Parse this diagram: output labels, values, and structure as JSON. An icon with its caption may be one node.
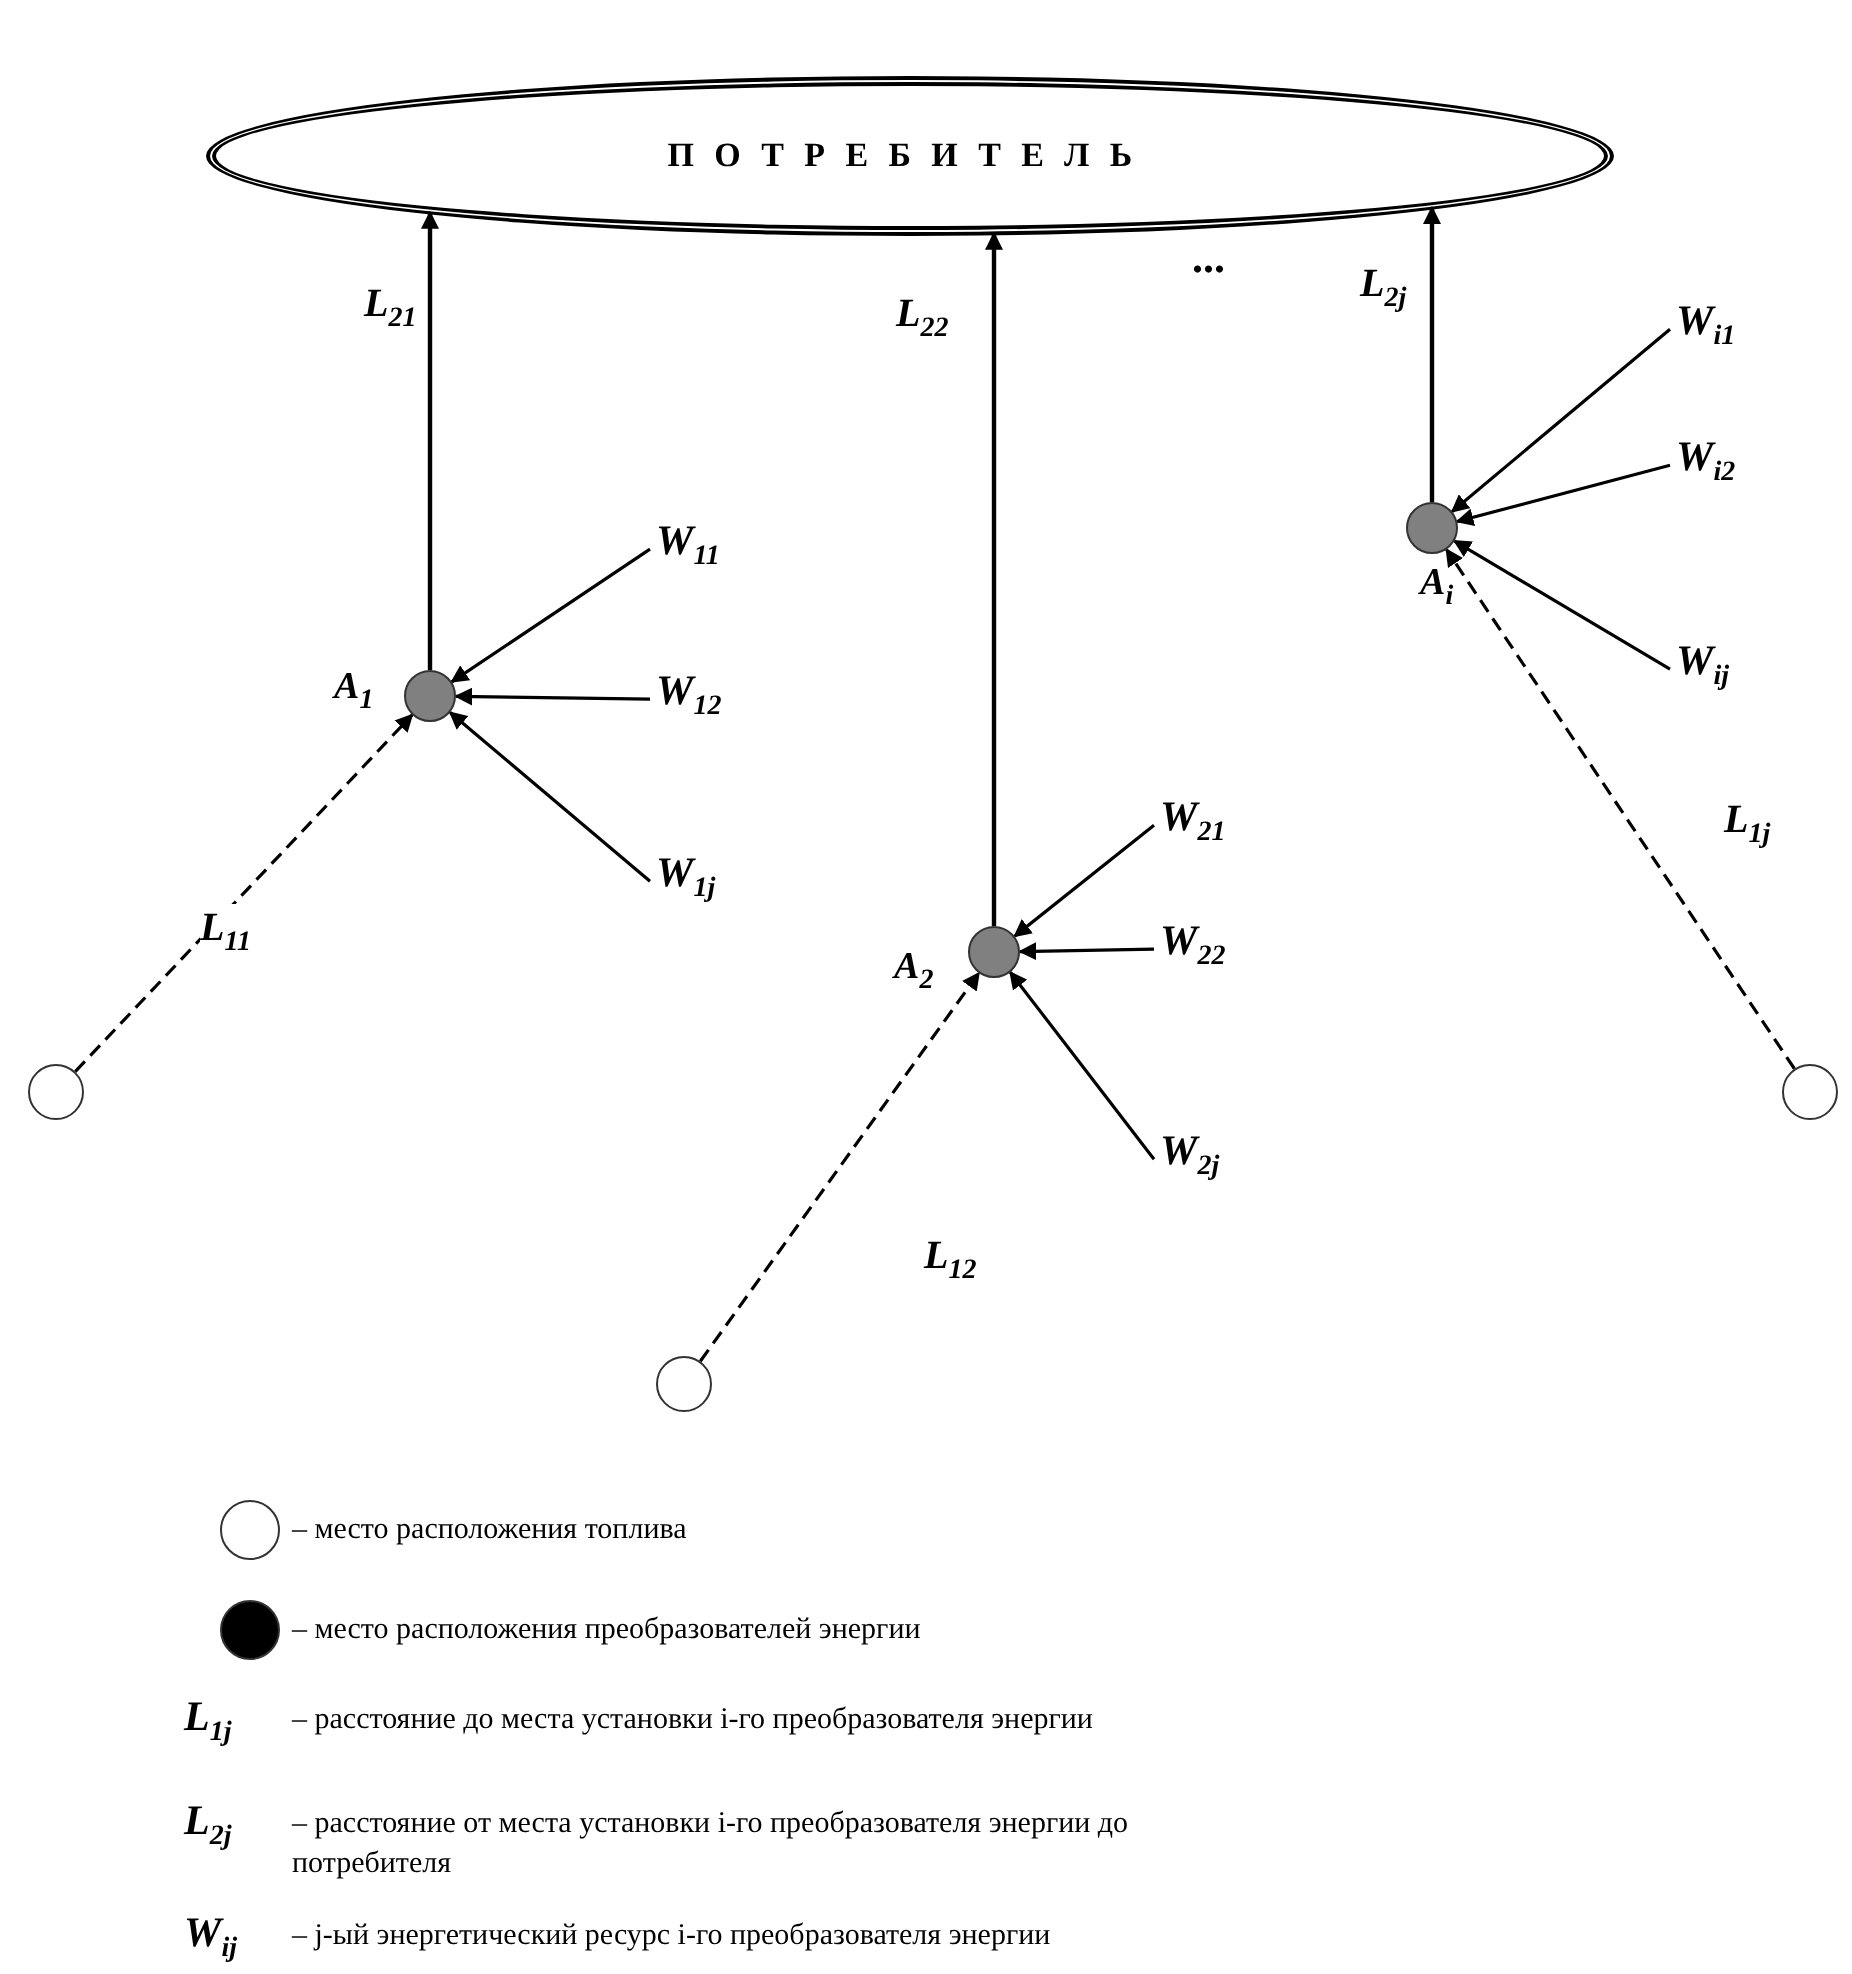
{
  "diagram": {
    "nodes": [
      {
        "text": [
          "ПОТРЕБИТЕЛЬ"
        ]
      },
      {
        "text": [],
        "shape": "circle",
        "beside": [
          "A$_{1}$"
        ]
      },
      {
        "text": [],
        "shape": "circle",
        "beside": [
          "A$_{2}$"
        ]
      },
      {
        "text": [],
        "shape": "circle",
        "beside": [
          "A$_{i}$"
        ]
      },
      {
        "text": [],
        "shape": "circle"
      },
      {
        "text": [],
        "shape": "circle"
      },
      {
        "text": [],
        "shape": "circle"
      },
      {
        "text": [
          "W$_{i1}$"
        ]
      },
      {
        "text": [
          "W$_{i2}$"
        ]
      },
      {
        "text": [
          "W$_{11}$"
        ]
      },
      {
        "text": [
          "W$_{12}$"
        ]
      },
      {
        "text": [
          "W$_{ij}$"
        ]
      },
      {
        "text": [
          "W$_{21}$"
        ]
      },
      {
        "text": [
          "W$_{1j}$"
        ]
      },
      {
        "text": [
          "W$_{22}$"
        ]
      },
      {
        "text": [
          "W$_{2j}$"
        ]
      }
    ],
    "edges": [
      {
        "from": 1,
        "to": 0,
        "arrow": "to",
        "label": "L$_{21}$"
      },
      {
        "from": 2,
        "to": 0,
        "arrow": "to",
        "label": "L$_{22}$"
      },
      {
        "from": 3,
        "to": 0,
        "arrow": "to",
        "label": "L$_{2j}$"
      },
      {
        "from": 4,
        "to": 1,
        "arrow": "to",
        "style": "dashed",
        "label": "L$_{11}$"
      },
      {
        "from": 5,
        "to": 2,
        "arrow": "to",
        "style": "dashed",
        "label": "L$_{12}$"
      },
      {
        "from": 6,
        "to": 3,
        "arrow": "to",
        "style": "dashed",
        "label": "L$_{1j}$"
      },
      {
        "from": 7,
        "to": 3,
        "arrow": "to"
      },
      {
        "from": 8,
        "to": 3,
        "arrow": "to"
      },
      {
        "from": 9,
        "to": 1,
        "arrow": "to"
      },
      {
        "from": 10,
        "to": 1,
        "arrow": "to"
      },
      {
        "from": 11,
        "to": 3,
        "arrow": "to"
      },
      {
        "from": 12,
        "to": 2,
        "arrow": "to"
      },
      {
        "from": 13,
        "to": 1,
        "arrow": "to"
      },
      {
        "from": 14,
        "to": 2,
        "arrow": "to"
      },
      {
        "from": 15,
        "to": 2,
        "arrow": "to"
      }
    ],
    "labels": [
      "...",
      "L$_{1j}$",
      "– расстояние до места установки i-го преобразователя энергии",
      "L$_{2j}$",
      "– расстояние от места установки i-го преобразователя энергии до потребителя",
      "W$_{ij}$",
      "– j-ый энергетический ресурс i-го преобразователя энергии"
    ],
    "legend": [
      {
        "text": "– место расположения топлива"
      },
      {
        "text": "– место расположения преобразователей энергии",
        "color": "#000000"
      }
    ]
  }
}
